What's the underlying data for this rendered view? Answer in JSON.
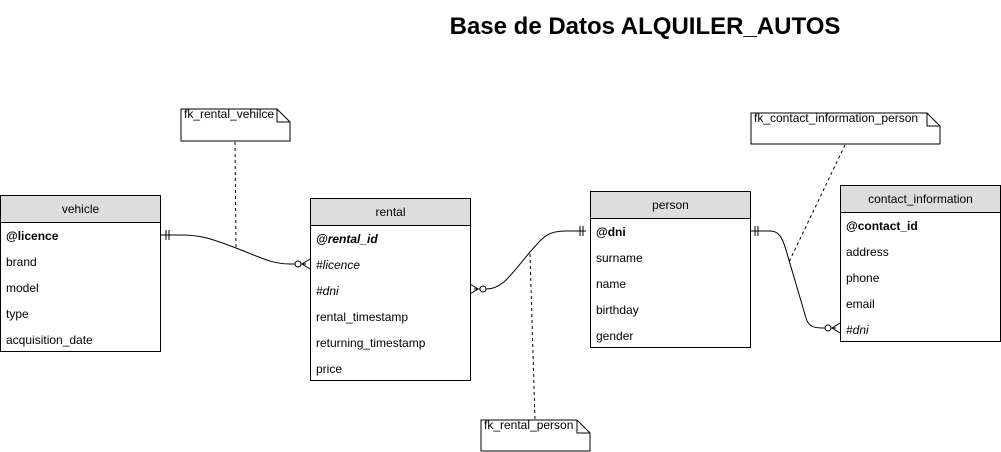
{
  "title": "Base de Datos ALQUILER_AUTOS",
  "entities": {
    "vehicle": {
      "name": "vehicle",
      "fields": [
        "@licence",
        "brand",
        "model",
        "type",
        "acquisition_date"
      ]
    },
    "rental": {
      "name": "rental",
      "fields": [
        "@rental_id",
        "#licence",
        "#dni",
        "rental_timestamp",
        "returning_timestamp",
        "price"
      ]
    },
    "person": {
      "name": "person",
      "fields": [
        "@dni",
        "surname",
        "name",
        "birthday",
        "gender"
      ]
    },
    "contact_information": {
      "name": "contact_information",
      "fields": [
        "@contact_id",
        "address",
        "phone",
        "email",
        "#dni"
      ]
    }
  },
  "notes": {
    "fk_rental_vehicle": "fk_rental_vehilce",
    "fk_rental_person": "fk_rental_person",
    "fk_contact_information_person": "fk_contact_information_person"
  }
}
